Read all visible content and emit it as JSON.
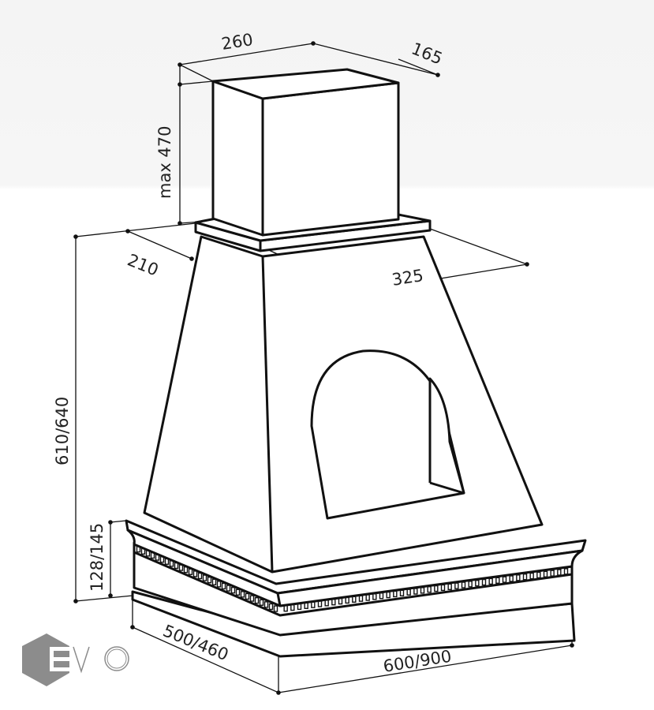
{
  "drawing": {
    "dimensions": {
      "chimney_width": "260",
      "chimney_depth": "165",
      "chimney_height": "max 470",
      "top_depth": "210",
      "top_width": "325",
      "total_height": "610/640",
      "cornice_height": "128/145",
      "base_depth": "500/460",
      "base_width": "600/900"
    }
  },
  "logo": {
    "text": "EVO",
    "color": "#8c8c8c"
  }
}
